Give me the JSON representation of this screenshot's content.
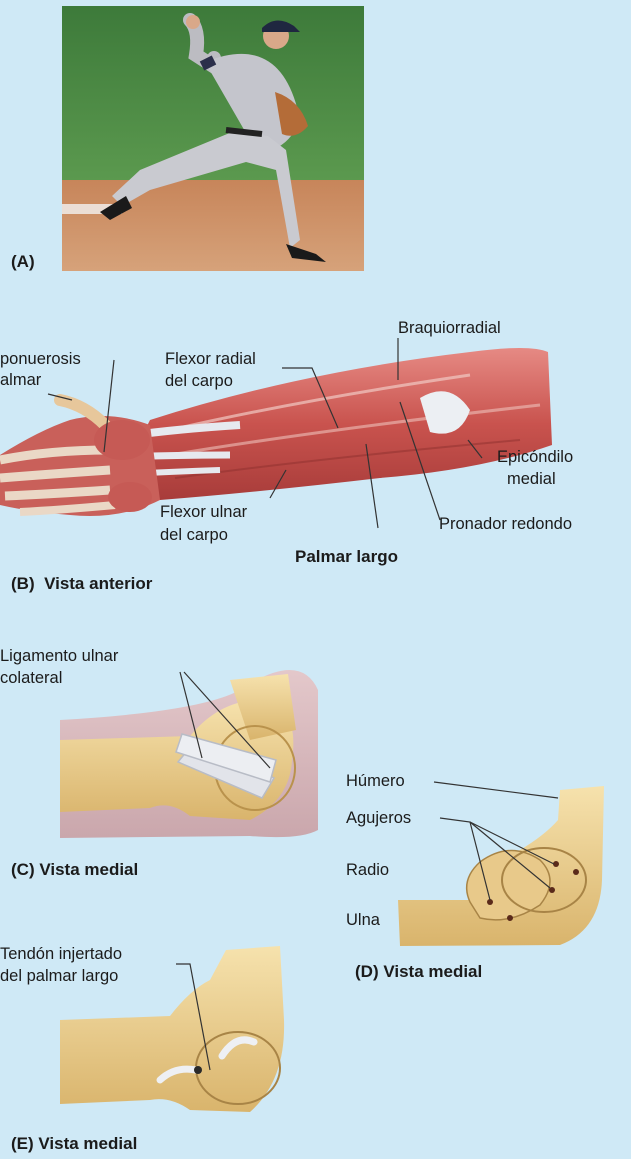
{
  "panels": {
    "a": {
      "caption": "(A)"
    },
    "b": {
      "caption_letter": "(B)",
      "caption_title": "Vista anterior",
      "labels": {
        "aponeurosis_1": "ponuerosis",
        "aponeurosis_2": "almar",
        "flexor_radial_1": "Flexor radial",
        "flexor_radial_2": "del carpo",
        "braquiorradial": "Braquiorradial",
        "epicondilo_1": "Epicóndilo",
        "epicondilo_2": "medial",
        "flexor_ulnar_1": "Flexor ulnar",
        "flexor_ulnar_2": "del carpo",
        "pronador": "Pronador redondo",
        "palmar": "Palmar largo"
      }
    },
    "c": {
      "caption": "(C) Vista medial",
      "labels": {
        "ligamento_1": "Ligamento ulnar",
        "ligamento_2": "colateral"
      }
    },
    "d": {
      "caption": "(D) Vista medial",
      "labels": {
        "humero": "Húmero",
        "agujeros": "Agujeros",
        "radio": "Radio",
        "ulna": "Ulna"
      }
    },
    "e": {
      "caption": "(E) Vista medial",
      "labels": {
        "tendon_1": "Tendón injertado",
        "tendon_2": "del palmar largo"
      }
    }
  }
}
